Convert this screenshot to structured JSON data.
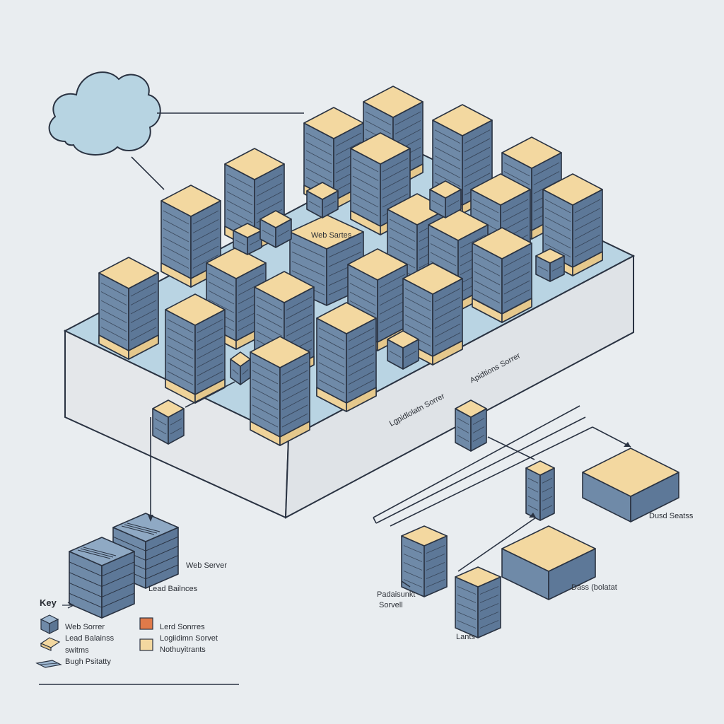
{
  "labels": {
    "platform_top": "Web Sartes",
    "platform_side_left": "Lgpidlolatn Sorrer",
    "platform_side_right": "Apidtions Sorrer",
    "web_server": "Web Server",
    "lead_balances": "Lead Bailnces",
    "dusd_sealss": "Dusd Seatss",
    "dass": "Dass (bolatat",
    "padaisunkt_line1": "Padaisunkt",
    "padaisunkt_line2": "Sorvell",
    "lants": "Lants"
  },
  "key": {
    "title": "Key",
    "items": [
      {
        "label": "Web Sorrer",
        "icon": "blue-cube-icon",
        "color": "#6f8aa8"
      },
      {
        "label": "Lead Balainss",
        "icon": "tan-cube-icon",
        "color": "#f3d8a0"
      },
      {
        "label": "switms",
        "icon": "none",
        "color": ""
      },
      {
        "label": "Bugh Psitatty",
        "icon": "cable-icon",
        "color": "#6f8aa8"
      },
      {
        "label": "Lerd Sonrres",
        "icon": "orange-square-icon",
        "color": "#e07a4a"
      },
      {
        "label": "Logiidimn Sorvet",
        "icon": "tan-square-icon",
        "color": "#f3d8a0"
      },
      {
        "label": "Nothuyitrants",
        "icon": "none",
        "color": ""
      }
    ]
  },
  "colors": {
    "server_body": "#6f8aa8",
    "server_top": "#f3d8a0",
    "cloud": "#b7d4e2",
    "platform_top": "#b9d4e3",
    "platform_side": "#e4e7ea",
    "outline": "#2a3342"
  }
}
